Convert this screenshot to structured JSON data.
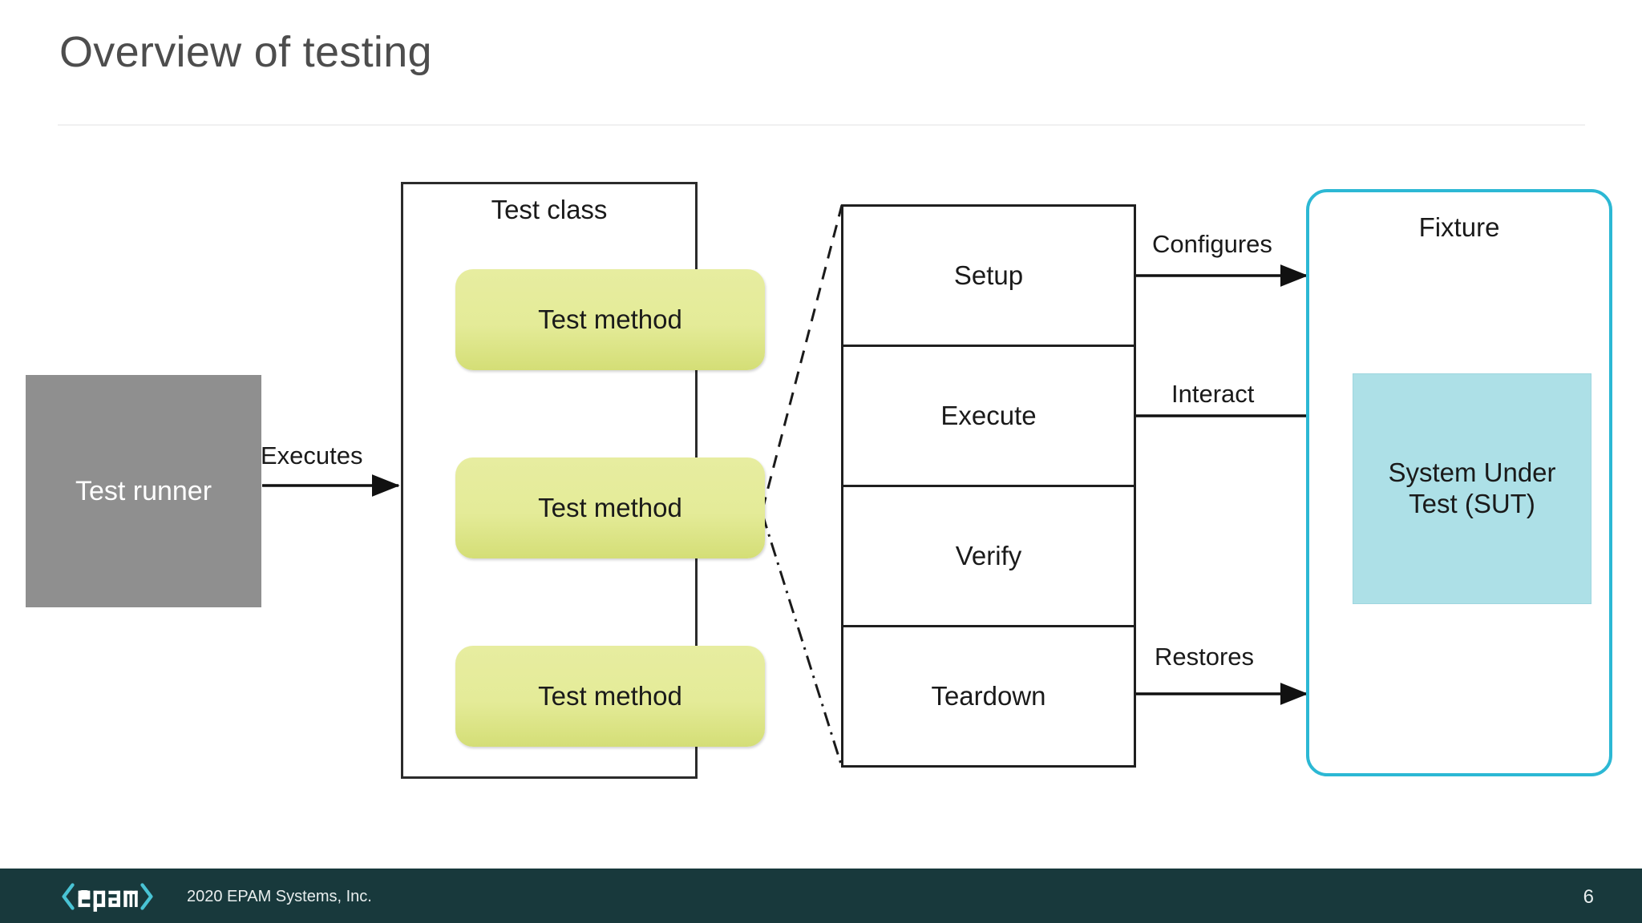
{
  "slide": {
    "title": "Overview of testing",
    "page_number": "6"
  },
  "diagram": {
    "test_runner": {
      "label": "Test runner",
      "fill": "#8f8f8f",
      "text_color": "#ffffff"
    },
    "test_class": {
      "title": "Test class",
      "border_color": "#2b2b2b"
    },
    "test_methods": [
      {
        "label": "Test method"
      },
      {
        "label": "Test method"
      },
      {
        "label": "Test method"
      }
    ],
    "phases": [
      {
        "label": "Setup"
      },
      {
        "label": "Execute"
      },
      {
        "label": "Verify"
      },
      {
        "label": "Teardown"
      }
    ],
    "fixture": {
      "title": "Fixture",
      "border_color": "#2cb8d4",
      "sut": {
        "line1": "System Under",
        "line2": "Test (SUT)",
        "fill": "#ade0e7"
      }
    },
    "edges": {
      "executes": "Executes",
      "configures": "Configures",
      "interact": "Interact",
      "restores": "Restores"
    }
  },
  "footer": {
    "logo_text": "epam",
    "copyright": "2020 EPAM Systems, Inc.",
    "background": "#18393c",
    "logo_accent": "#49c3d4"
  }
}
